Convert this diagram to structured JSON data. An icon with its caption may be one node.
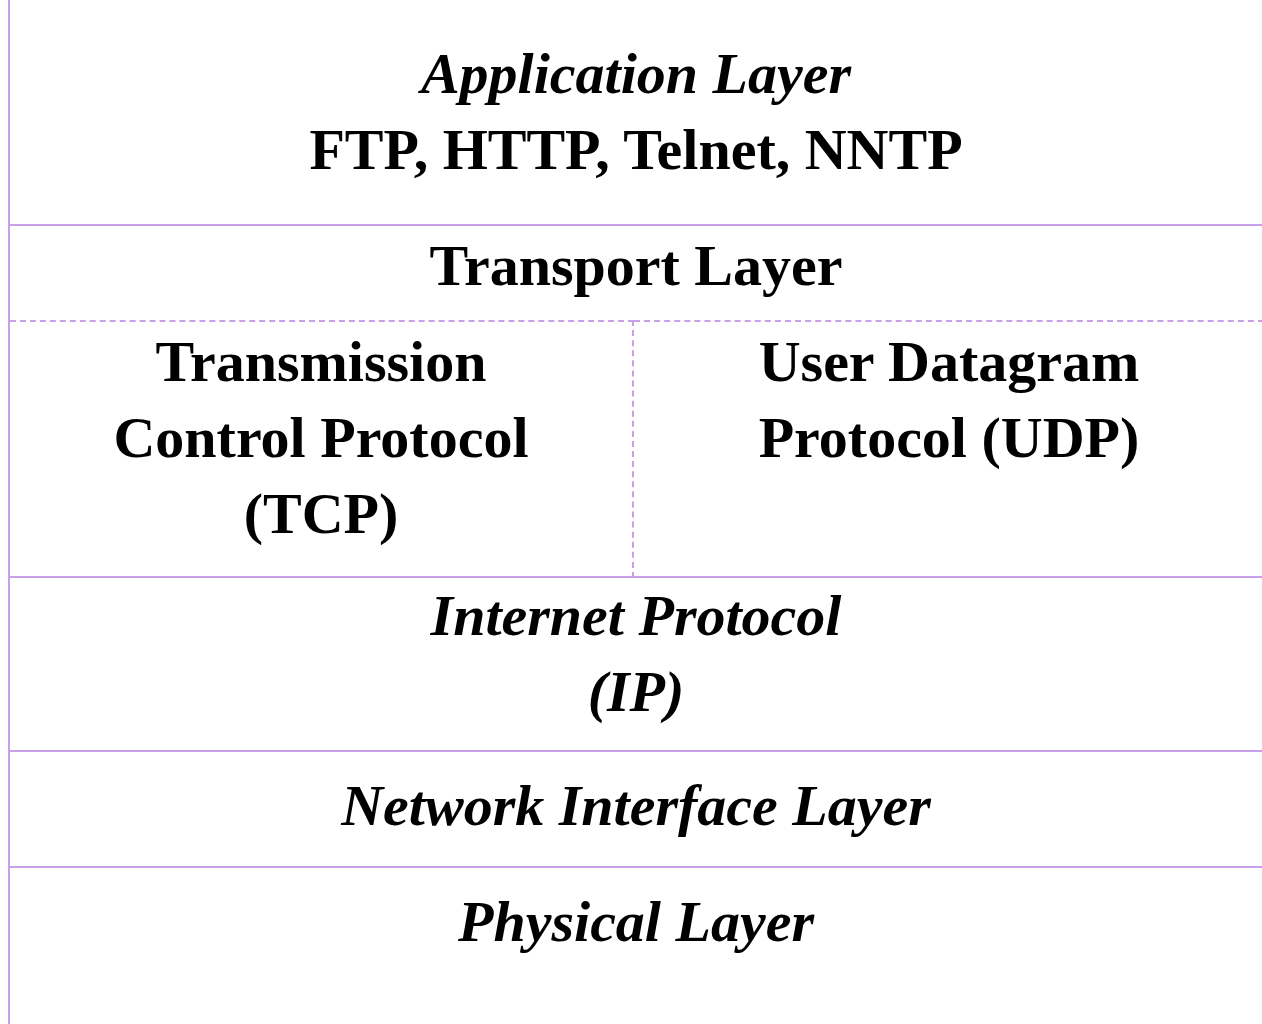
{
  "diagram": {
    "nodes": [
      {
        "text": [
          "Application Layer",
          "FTP, HTTP, Telnet, NNTP"
        ]
      },
      {
        "text": [
          "Transport Layer"
        ]
      },
      {
        "text": [
          "Transmission Control Protocol (TCP)"
        ],
        "in": 1
      },
      {
        "text": [
          "User Datagram Protocol (UDP)"
        ],
        "in": 1
      },
      {
        "text": [
          "Internet Protocol (IP)"
        ]
      },
      {
        "text": [
          "Network Interface Layer"
        ]
      },
      {
        "text": [
          "Physical Layer"
        ]
      }
    ],
    "edges": []
  }
}
